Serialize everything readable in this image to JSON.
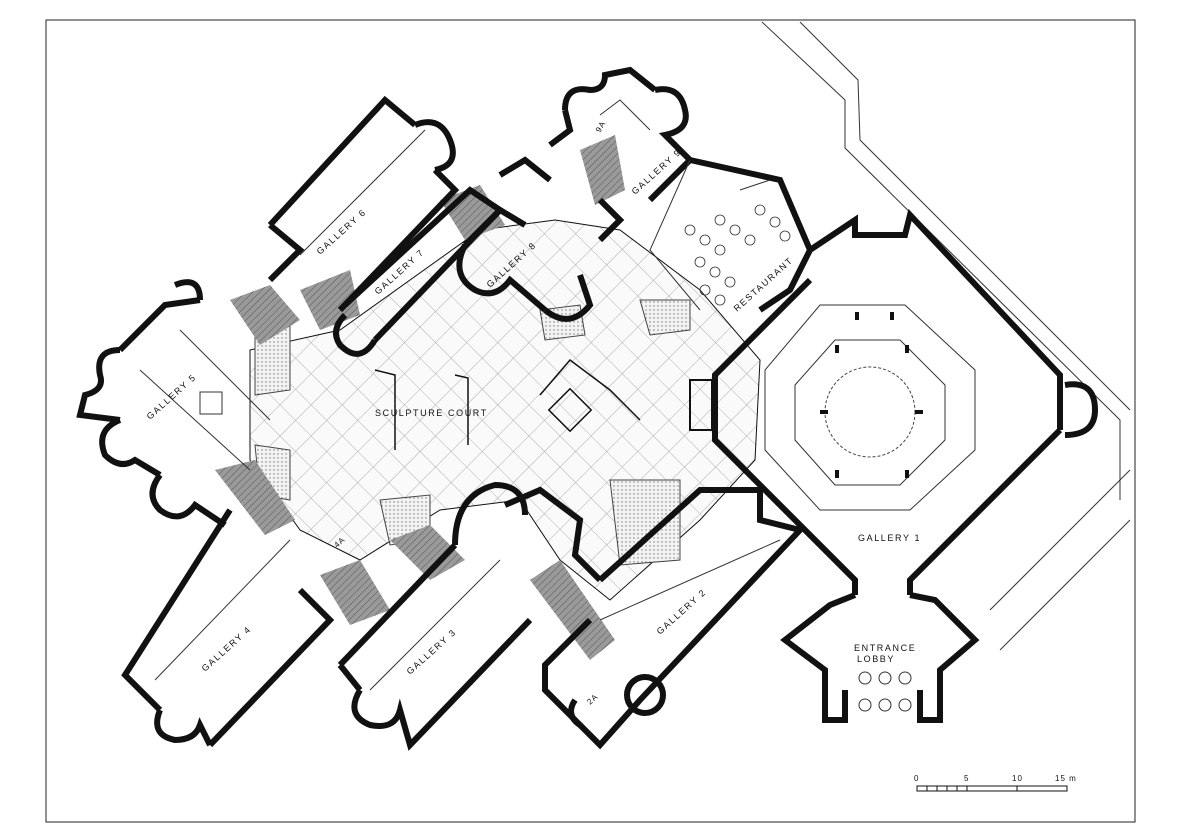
{
  "labels": {
    "gallery1": "GALLERY 1",
    "gallery2": "GALLERY 2",
    "gallery2a": "2A",
    "gallery3": "GALLERY 3",
    "gallery4": "GALLERY 4",
    "gallery4a": "4A",
    "gallery5": "GALLERY 5",
    "gallery6": "GALLERY 6",
    "gallery7": "GALLERY 7",
    "gallery8": "GALLERY 8",
    "gallery9": "GALLERY 9",
    "gallery9a": "9A",
    "sculpture_court": "SCULPTURE COURT",
    "restaurant": "RESTAURANT",
    "entrance_line1": "ENTRANCE",
    "entrance_line2": "LOBBY"
  },
  "scale": {
    "ticks": [
      "0",
      "5",
      "10",
      "15 m"
    ]
  },
  "colors": {
    "ink": "#111111",
    "corridor_shade": "#8a8a8a",
    "background": "#ffffff"
  }
}
